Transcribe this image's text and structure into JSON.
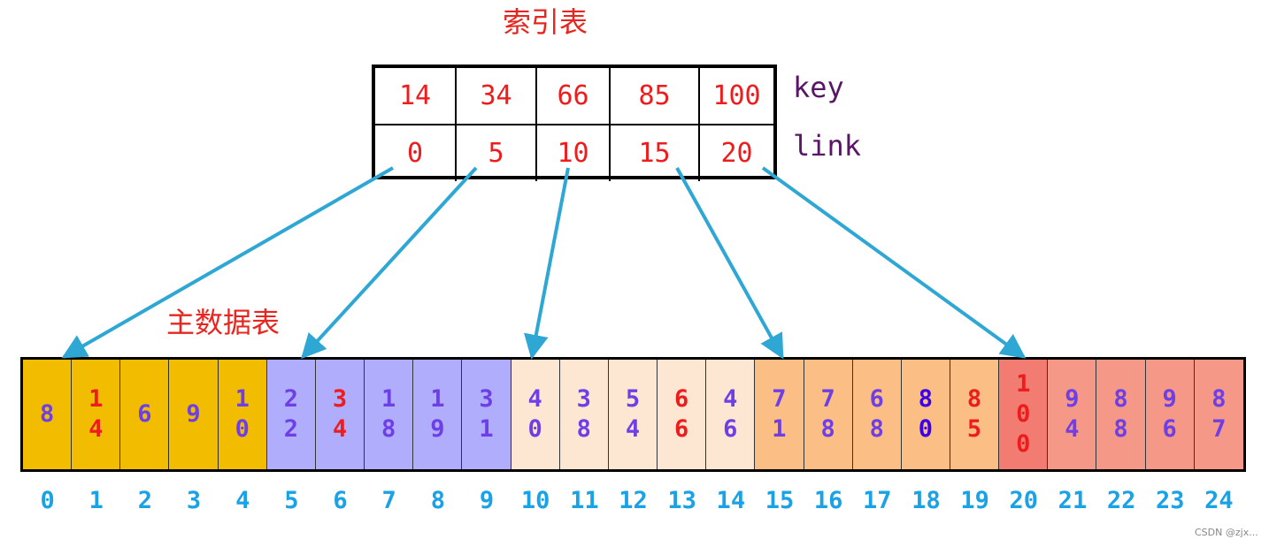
{
  "index_title": "索引表",
  "main_title": "主数据表",
  "row_labels": {
    "key": "key",
    "link": "link"
  },
  "index_keys": [
    "14",
    "34",
    "66",
    "85",
    "100"
  ],
  "index_links": [
    "0",
    "5",
    "10",
    "15",
    "20"
  ],
  "main_values": [
    "8",
    "14",
    "6",
    "9",
    "10",
    "22",
    "34",
    "18",
    "19",
    "31",
    "40",
    "38",
    "54",
    "66",
    "46",
    "71",
    "78",
    "68",
    "80",
    "85",
    "100",
    "94",
    "88",
    "96",
    "87"
  ],
  "key_positions": [
    1,
    6,
    13,
    19,
    20
  ],
  "positions": [
    "0",
    "1",
    "2",
    "3",
    "4",
    "5",
    "6",
    "7",
    "8",
    "9",
    "10",
    "11",
    "12",
    "13",
    "14",
    "15",
    "16",
    "17",
    "18",
    "19",
    "20",
    "21",
    "22",
    "23",
    "24"
  ],
  "block_colors": [
    "#f2bd00",
    "#b0aefc",
    "#fde7d2",
    "#fbbf86",
    "#f59887"
  ],
  "block_first_color": "#f37c72",
  "colors": {
    "key_text": "#ee1c1c",
    "normal_text": "#6d3fe5",
    "special_text": "#3b00e8",
    "arrow": "#2fa7d4",
    "position_text": "#1aa2e6"
  },
  "watermark": "CSDN @zjx..."
}
